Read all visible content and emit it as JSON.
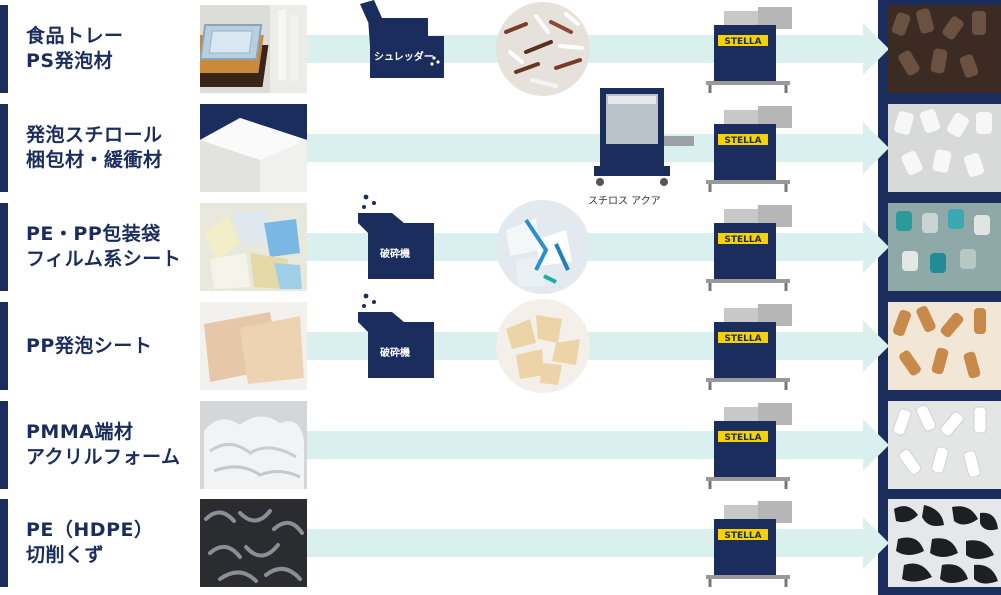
{
  "rows": [
    {
      "line1": "食品トレー",
      "line2": "PS発泡材",
      "machine": "シュレッダー"
    },
    {
      "line1": "発泡スチロール",
      "line2": "梱包材・緩衝材",
      "machine": ""
    },
    {
      "line1": "PE・PP包装袋",
      "line2": "フィルム系シート",
      "machine": "破砕機"
    },
    {
      "line1": "PP発泡シート",
      "line2": "",
      "machine": "破砕機"
    },
    {
      "line1": "PMMA端材",
      "line2": "アクリルフォーム",
      "machine": ""
    },
    {
      "line1": "PE（HDPE）",
      "line2": "切削くず",
      "machine": ""
    }
  ],
  "stella_brand": "STELLA",
  "aqua_label": "スチロス アクア",
  "colors": {
    "navy": "#1b2d5c",
    "arrow": "#d9f0ee",
    "stella_yellow": "#f5d200"
  }
}
